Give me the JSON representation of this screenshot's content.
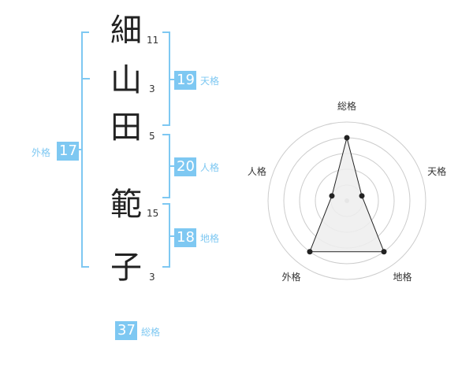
{
  "name": {
    "characters": [
      {
        "char": "細",
        "strokes": "11"
      },
      {
        "char": "山",
        "strokes": "3"
      },
      {
        "char": "田",
        "strokes": "5"
      },
      {
        "char": "範",
        "strokes": "15"
      },
      {
        "char": "子",
        "strokes": "3"
      }
    ]
  },
  "fortunes": {
    "tenkaku": {
      "value": "19",
      "label": "天格"
    },
    "jinkaku": {
      "value": "20",
      "label": "人格"
    },
    "chikaku": {
      "value": "18",
      "label": "地格"
    },
    "gaikaku": {
      "value": "17",
      "label": "外格"
    },
    "soukaku": {
      "value": "37",
      "label": "総格"
    }
  },
  "chart_data": {
    "type": "radar",
    "axes": [
      "総格",
      "天格",
      "地格",
      "外格",
      "人格"
    ],
    "values": [
      4,
      1,
      4,
      4,
      1
    ],
    "max": 5,
    "rings": 5,
    "colors": {
      "fill": "#ededed",
      "line": "#222222",
      "ring": "#cccccc",
      "center": "#bbbbbb"
    }
  },
  "colors": {
    "accent": "#7ec8f2",
    "text": "#222222"
  }
}
